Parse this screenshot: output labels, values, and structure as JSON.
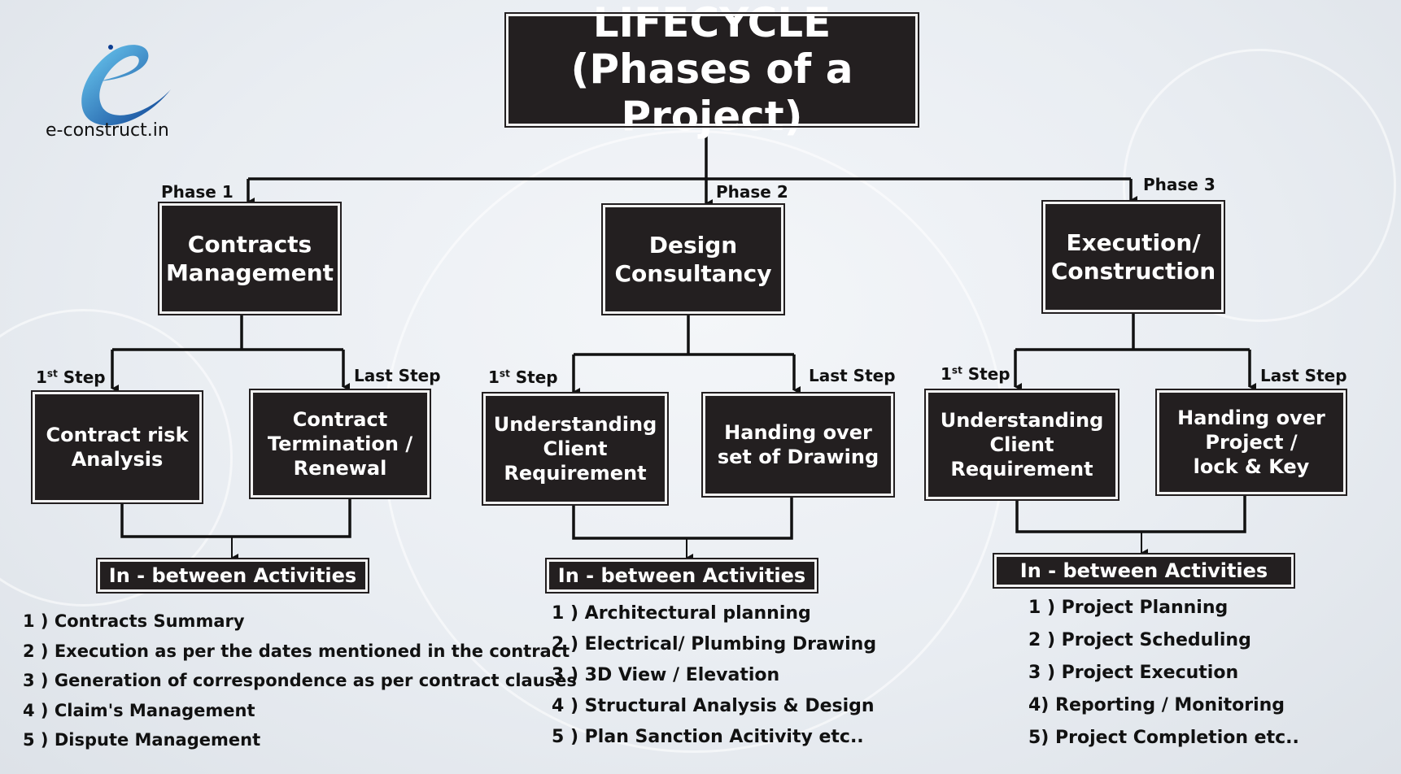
{
  "logo": {
    "text": "e-construct.in",
    "icon": "e-swoosh-logo-icon"
  },
  "title": {
    "line1": "LIFECYCLE",
    "line2": "(Phases of a Project)"
  },
  "colors": {
    "box": "#231f20",
    "box_text": "#ffffff",
    "line": "#111111"
  },
  "phases": [
    {
      "tag": "Phase 1",
      "name": [
        "Contracts",
        "Management"
      ],
      "first_step": {
        "tag_main": "1",
        "tag_sup": "st",
        "tag_rest": " Step",
        "lines": [
          "Contract risk",
          "Analysis"
        ]
      },
      "last_step": {
        "tag": "Last Step",
        "lines": [
          "Contract",
          "Termination /",
          "Renewal"
        ]
      },
      "activities_label": "In - between Activities",
      "activities": [
        "1 )  Contracts Summary",
        "2 )  Execution as per the dates mentioned in the contract",
        "3 )  Generation of correspondence as per contract clauses",
        "4 )  Claim's Management",
        "5 )  Dispute Management"
      ]
    },
    {
      "tag": "Phase 2",
      "name": [
        "Design",
        "Consultancy"
      ],
      "first_step": {
        "tag_main": "1",
        "tag_sup": "st",
        "tag_rest": " Step",
        "lines": [
          "Understanding",
          "Client",
          "Requirement"
        ]
      },
      "last_step": {
        "tag": "Last Step",
        "lines": [
          "Handing over",
          "set of Drawing"
        ]
      },
      "activities_label": "In - between Activities",
      "activities": [
        "1 )  Architectural planning",
        "2 )  Electrical/ Plumbing Drawing",
        "3 )  3D View / Elevation",
        "4 )  Structural Analysis & Design",
        "5 )  Plan Sanction Acitivity etc.."
      ]
    },
    {
      "tag": "Phase 3",
      "name": [
        "Execution/",
        "Construction"
      ],
      "first_step": {
        "tag_main": "1",
        "tag_sup": "st",
        "tag_rest": " Step",
        "lines": [
          "Understanding",
          "Client",
          "Requirement"
        ]
      },
      "last_step": {
        "tag": "Last Step",
        "lines": [
          "Handing over",
          "Project /",
          "lock & Key"
        ]
      },
      "activities_label": "In - between Activities",
      "activities": [
        "1 )  Project Planning",
        "2 )  Project Scheduling",
        "3 ) Project Execution",
        "4)  Reporting / Monitoring",
        "5)  Project Completion etc.."
      ]
    }
  ]
}
